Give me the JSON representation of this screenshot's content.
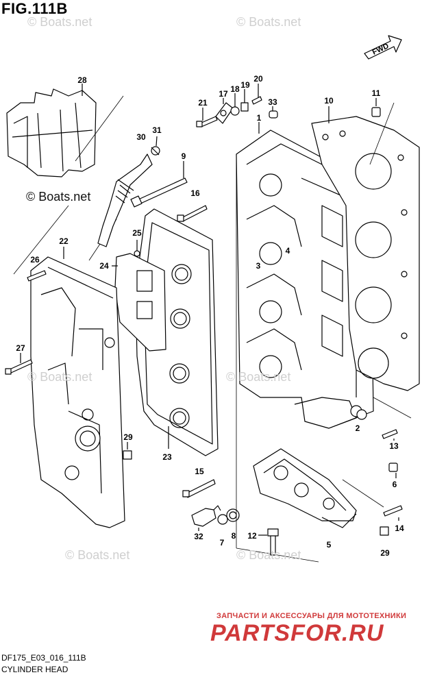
{
  "title": "FIG.111B",
  "direction_label": "FWD",
  "watermark": "© Boats.net",
  "watermark_faint": "© Boats.net",
  "ad": {
    "line1": "ЗАПЧАСТИ И АКСЕССУАРЫ ДЛЯ МОТОТЕХНИКИ",
    "line2": "PARTSFOR.RU"
  },
  "footer": {
    "code": "DF175_E03_016_111B",
    "name": "CYLINDER HEAD"
  },
  "callouts": [
    "1",
    "2",
    "3",
    "4",
    "5",
    "6",
    "7",
    "8",
    "9",
    "10",
    "11",
    "12",
    "13",
    "14",
    "15",
    "16",
    "17",
    "18",
    "19",
    "20",
    "21",
    "22",
    "23",
    "24",
    "25",
    "26",
    "27",
    "28",
    "29",
    "29",
    "30",
    "31",
    "32",
    "33"
  ],
  "colors": {
    "ink": "#000000",
    "ad": "#d0393a",
    "watermark": "#cfcfcf"
  }
}
